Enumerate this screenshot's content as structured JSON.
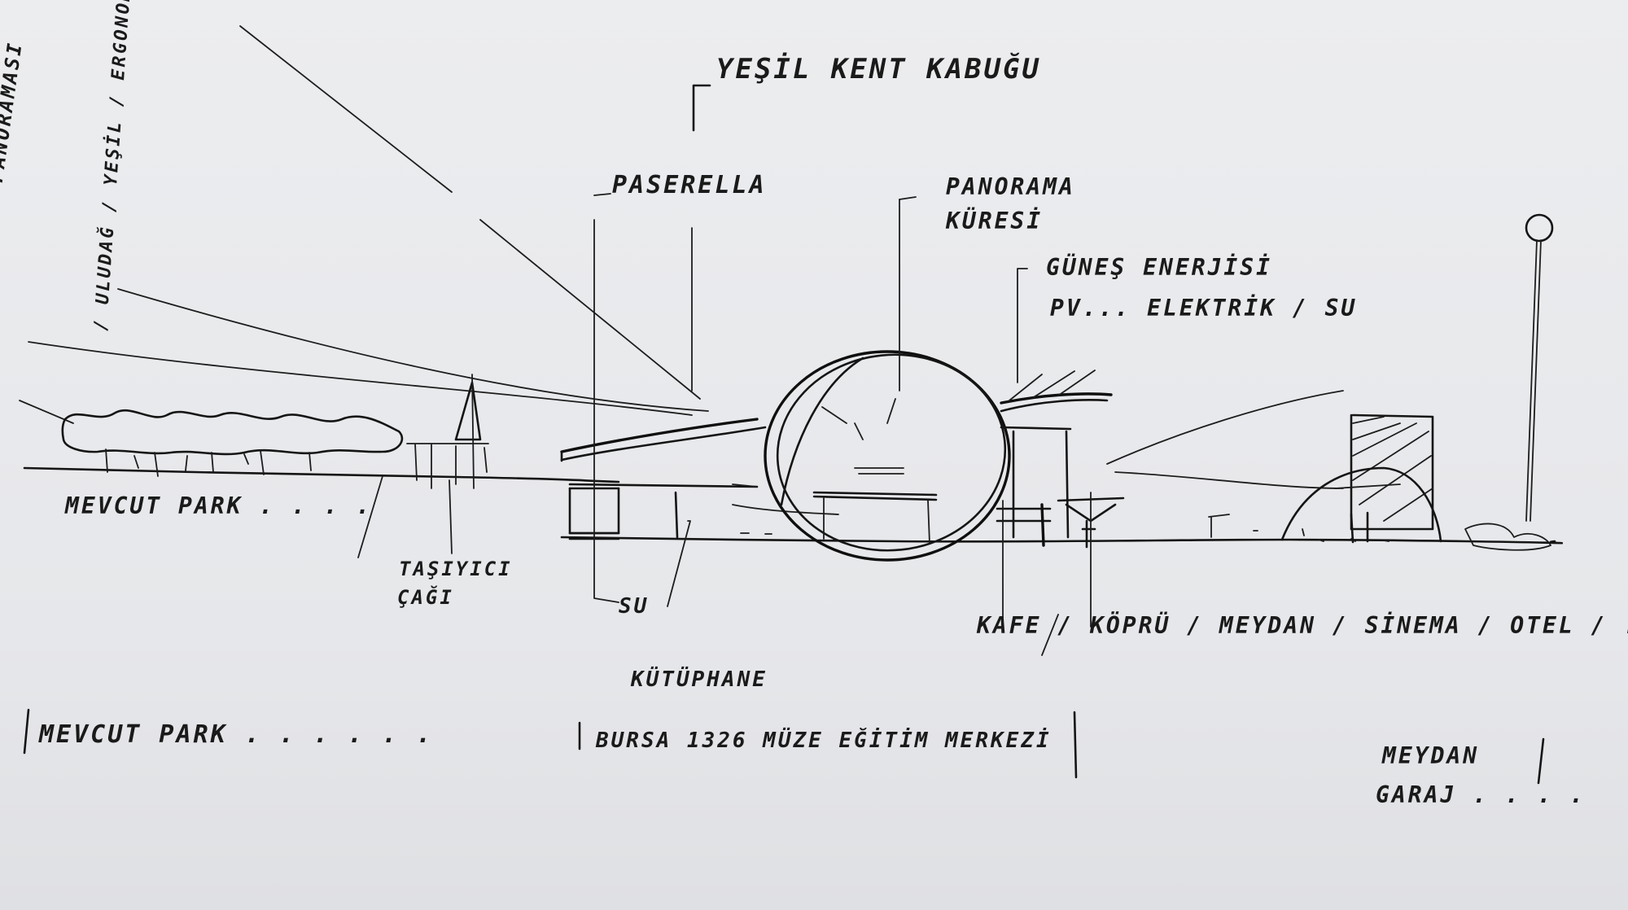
{
  "labels": {
    "title": "YEŞİL KENT KABUĞU",
    "passerella": "PASERELLA",
    "panorama_line1": "PANORAMA",
    "panorama_line2": "KÜRESİ",
    "sun_line1": "GÜNEŞ ENERJİSİ",
    "sun_line2": "PV... ELEKTRİK / SU",
    "vertical_line1": "BURSA PANORAMASI",
    "vertical_line2": "/ ULUDAĞ / YEŞİL / ERGONOMİ",
    "mevcut_park": "MEVCUT PARK . . . .",
    "tasiyici_line1": "TAŞIYICI",
    "tasiyici_line2": "ÇAĞI",
    "su": "SU",
    "kutuphane": "KÜTÜPHANE",
    "kafe_row": "KAFE / KÖPRÜ / MEYDAN / SİNEMA / OTEL / . .",
    "bottom_left": "MEVCUT PARK . . . . . .",
    "bottom_center": "BURSA 1326 MÜZE EĞİTİM MERKEZİ",
    "bottom_right_line1": "MEYDAN",
    "bottom_right_line2": "GARAJ . . . ."
  }
}
